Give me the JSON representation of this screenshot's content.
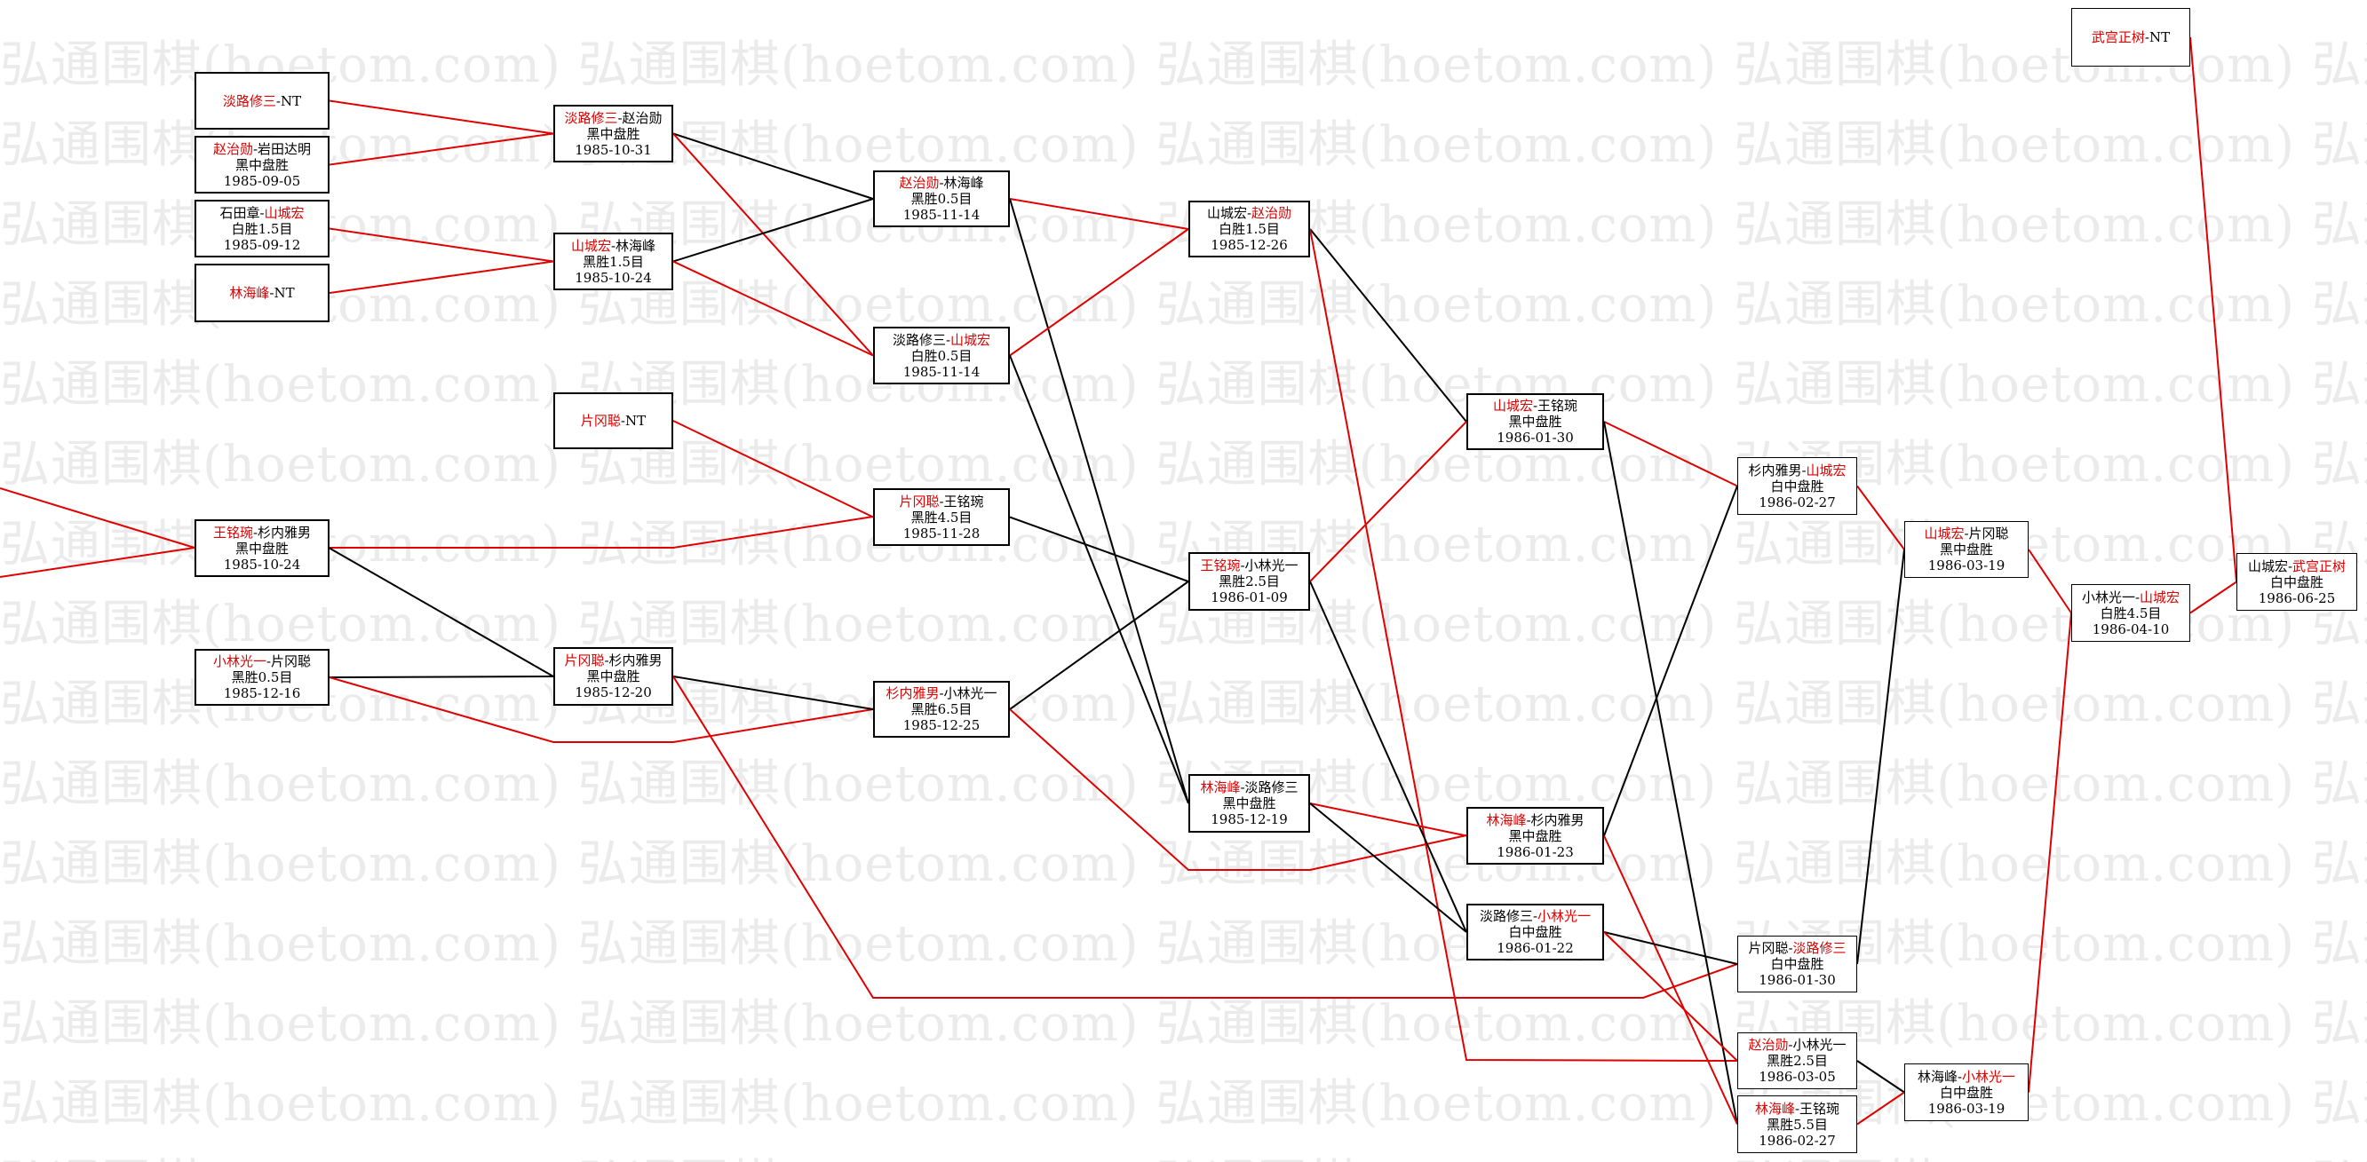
{
  "watermark": "弘通围棋(hoetom.com) 弘通围棋(hoetom.com) 弘通围棋(hoetom.com) 弘通围棋(hoetom.com) 弘通围棋(hoetom.com)",
  "colors": {
    "win": "#e00000",
    "loss": "#000000",
    "watermark": "#ebebeb"
  },
  "nodes": [
    {
      "id": "n1",
      "p1": "淡路修三",
      "p2": "NT",
      "winner": 1,
      "result": "",
      "date": ""
    },
    {
      "id": "n2",
      "p1": "赵治勋",
      "p2": "岩田达明",
      "winner": 1,
      "result": "黑中盘胜",
      "date": "1985-09-05"
    },
    {
      "id": "n3",
      "p1": "石田章",
      "p2": "山城宏",
      "winner": 2,
      "result": "白胜1.5目",
      "date": "1985-09-12"
    },
    {
      "id": "n4",
      "p1": "林海峰",
      "p2": "NT",
      "winner": 1,
      "result": "",
      "date": ""
    },
    {
      "id": "n5",
      "p1": "淡路修三",
      "p2": "赵治勋",
      "winner": 1,
      "result": "黑中盘胜",
      "date": "1985-10-31"
    },
    {
      "id": "n6",
      "p1": "山城宏",
      "p2": "林海峰",
      "winner": 1,
      "result": "黑胜1.5目",
      "date": "1985-10-24"
    },
    {
      "id": "n7",
      "p1": "片冈聪",
      "p2": "NT",
      "winner": 1,
      "result": "",
      "date": ""
    },
    {
      "id": "n8",
      "p1": "王铭琬",
      "p2": "杉内雅男",
      "winner": 1,
      "result": "黑中盘胜",
      "date": "1985-10-24"
    },
    {
      "id": "n9",
      "p1": "小林光一",
      "p2": "片冈聪",
      "winner": 1,
      "result": "黑胜0.5目",
      "date": "1985-12-16"
    },
    {
      "id": "n10",
      "p1": "片冈聪",
      "p2": "杉内雅男",
      "winner": 1,
      "result": "黑中盘胜",
      "date": "1985-12-20"
    },
    {
      "id": "n11",
      "p1": "赵治勋",
      "p2": "林海峰",
      "winner": 1,
      "result": "黑胜0.5目",
      "date": "1985-11-14"
    },
    {
      "id": "n12",
      "p1": "淡路修三",
      "p2": "山城宏",
      "winner": 2,
      "result": "白胜0.5目",
      "date": "1985-11-14"
    },
    {
      "id": "n13",
      "p1": "片冈聪",
      "p2": "王铭琬",
      "winner": 1,
      "result": "黑胜4.5目",
      "date": "1985-11-28"
    },
    {
      "id": "n14",
      "p1": "杉内雅男",
      "p2": "小林光一",
      "winner": 1,
      "result": "黑胜6.5目",
      "date": "1985-12-25"
    },
    {
      "id": "n15",
      "p1": "山城宏",
      "p2": "赵治勋",
      "winner": 2,
      "result": "白胜1.5目",
      "date": "1985-12-26"
    },
    {
      "id": "n16",
      "p1": "王铭琬",
      "p2": "小林光一",
      "winner": 1,
      "result": "黑胜2.5目",
      "date": "1986-01-09"
    },
    {
      "id": "n17",
      "p1": "林海峰",
      "p2": "淡路修三",
      "winner": 1,
      "result": "黑中盘胜",
      "date": "1985-12-19"
    },
    {
      "id": "n18",
      "p1": "山城宏",
      "p2": "王铭琬",
      "winner": 1,
      "result": "黑中盘胜",
      "date": "1986-01-30"
    },
    {
      "id": "n19",
      "p1": "林海峰",
      "p2": "杉内雅男",
      "winner": 1,
      "result": "黑中盘胜",
      "date": "1986-01-23"
    },
    {
      "id": "n20",
      "p1": "淡路修三",
      "p2": "小林光一",
      "winner": 2,
      "result": "白中盘胜",
      "date": "1986-01-22"
    },
    {
      "id": "n21",
      "p1": "杉内雅男",
      "p2": "山城宏",
      "winner": 2,
      "result": "白中盘胜",
      "date": "1986-02-27"
    },
    {
      "id": "n22",
      "p1": "片冈聪",
      "p2": "淡路修三",
      "winner": 2,
      "result": "白中盘胜",
      "date": "1986-01-30"
    },
    {
      "id": "n23",
      "p1": "赵治勋",
      "p2": "小林光一",
      "winner": 1,
      "result": "黑胜2.5目",
      "date": "1986-03-05"
    },
    {
      "id": "n24",
      "p1": "林海峰",
      "p2": "王铭琬",
      "winner": 1,
      "result": "黑胜5.5目",
      "date": "1986-02-27"
    },
    {
      "id": "n25",
      "p1": "山城宏",
      "p2": "片冈聪",
      "winner": 1,
      "result": "黑中盘胜",
      "date": "1986-03-19"
    },
    {
      "id": "n26",
      "p1": "林海峰",
      "p2": "小林光一",
      "winner": 2,
      "result": "白中盘胜",
      "date": "1986-03-19"
    },
    {
      "id": "n27",
      "p1": "小林光一",
      "p2": "山城宏",
      "winner": 2,
      "result": "白胜4.5目",
      "date": "1986-04-10"
    },
    {
      "id": "n28",
      "p1": "武宫正树",
      "p2": "NT",
      "winner": 1,
      "result": "",
      "date": ""
    },
    {
      "id": "n29",
      "p1": "山城宏",
      "p2": "武宫正树",
      "winner": 2,
      "result": "白中盘胜",
      "date": "1986-06-25"
    }
  ],
  "edges": [
    {
      "from": "n1",
      "to": "n5",
      "color": "win"
    },
    {
      "from": "n2",
      "to": "n5",
      "color": "win"
    },
    {
      "from": "n3",
      "to": "n6",
      "color": "win"
    },
    {
      "from": "n4",
      "to": "n6",
      "color": "win"
    },
    {
      "from": "n5",
      "to": "n11",
      "color": "loss"
    },
    {
      "from": "n5",
      "to": "n12",
      "color": "win"
    },
    {
      "from": "n6",
      "to": "n11",
      "color": "loss"
    },
    {
      "from": "n6",
      "to": "n12",
      "color": "win"
    },
    {
      "from": "n7",
      "to": "n13",
      "color": "win"
    },
    {
      "from": "n8",
      "to": "n13",
      "color": "win"
    },
    {
      "from": "n8",
      "to": "n10",
      "color": "loss"
    },
    {
      "from": "n9",
      "to": "n10",
      "color": "loss"
    },
    {
      "from": "n9",
      "to": "n14",
      "color": "win"
    },
    {
      "from": "n10",
      "to": "n14",
      "color": "loss"
    },
    {
      "from": "n10",
      "to": "n22",
      "color": "win"
    },
    {
      "from": "n11",
      "to": "n15",
      "color": "win"
    },
    {
      "from": "n11",
      "to": "n17",
      "color": "loss"
    },
    {
      "from": "n12",
      "to": "n15",
      "color": "win"
    },
    {
      "from": "n12",
      "to": "n17",
      "color": "loss"
    },
    {
      "from": "n13",
      "to": "n16",
      "color": "loss"
    },
    {
      "from": "n14",
      "to": "n16",
      "color": "loss"
    },
    {
      "from": "n14",
      "to": "n19",
      "color": "win"
    },
    {
      "from": "n15",
      "to": "n18",
      "color": "loss"
    },
    {
      "from": "n15",
      "to": "n23",
      "color": "win"
    },
    {
      "from": "n16",
      "to": "n18",
      "color": "win"
    },
    {
      "from": "n16",
      "to": "n20",
      "color": "loss"
    },
    {
      "from": "n17",
      "to": "n19",
      "color": "win"
    },
    {
      "from": "n17",
      "to": "n20",
      "color": "loss"
    },
    {
      "from": "n18",
      "to": "n21",
      "color": "win"
    },
    {
      "from": "n18",
      "to": "n24",
      "color": "loss"
    },
    {
      "from": "n19",
      "to": "n21",
      "color": "loss"
    },
    {
      "from": "n19",
      "to": "n24",
      "color": "win"
    },
    {
      "from": "n20",
      "to": "n22",
      "color": "loss"
    },
    {
      "from": "n20",
      "to": "n23",
      "color": "win"
    },
    {
      "from": "n21",
      "to": "n25",
      "color": "win"
    },
    {
      "from": "n22",
      "to": "n25",
      "color": "loss"
    },
    {
      "from": "n23",
      "to": "n26",
      "color": "loss"
    },
    {
      "from": "n24",
      "to": "n26",
      "color": "win"
    },
    {
      "from": "n25",
      "to": "n27",
      "color": "win"
    },
    {
      "from": "n26",
      "to": "n27",
      "color": "win"
    },
    {
      "from": "n27",
      "to": "n29",
      "color": "win"
    },
    {
      "from": "n28",
      "to": "n29",
      "color": "win"
    },
    {
      "from": "offpage",
      "to": "n8",
      "color": "win"
    },
    {
      "from": "offpage",
      "to": "n8",
      "color": "win"
    }
  ]
}
